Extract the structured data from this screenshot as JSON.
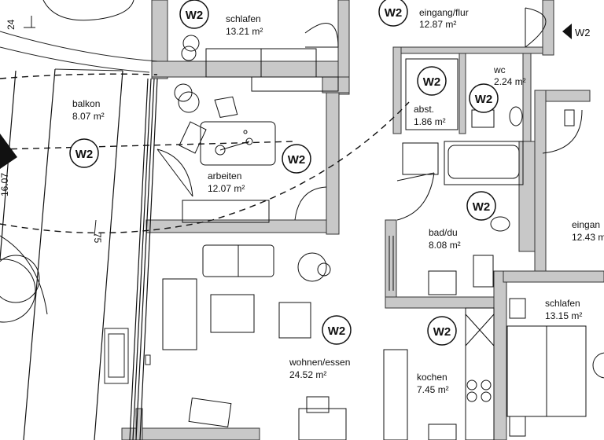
{
  "plan": {
    "unit_badge": "W2",
    "rooms": [
      {
        "id": "schlafen-top",
        "name": "schlafen",
        "area": "13.21 m²"
      },
      {
        "id": "eingang-flur",
        "name": "eingang/flur",
        "area": "12.87 m²"
      },
      {
        "id": "balkon",
        "name": "balkon",
        "area": "8.07 m²"
      },
      {
        "id": "abst",
        "name": "abst.",
        "area": "1.86 m²"
      },
      {
        "id": "wc",
        "name": "wc",
        "area": "2.24 m²"
      },
      {
        "id": "arbeiten",
        "name": "arbeiten",
        "area": "12.07 m²"
      },
      {
        "id": "bad-du",
        "name": "bad/du",
        "area": "8.08 m²"
      },
      {
        "id": "eingang-right",
        "name": "eingan",
        "area": "12.43 m"
      },
      {
        "id": "schlafen-right",
        "name": "schlafen",
        "area": "13.15 m²"
      },
      {
        "id": "wohnen-essen",
        "name": "wohnen/essen",
        "area": "24.52 m²"
      },
      {
        "id": "kochen",
        "name": "kochen",
        "area": "7.45 m²"
      }
    ],
    "annotations": {
      "dim_24": "24",
      "dim_75": "75",
      "dim_16": "16.07",
      "pointer_label": "W2"
    }
  }
}
